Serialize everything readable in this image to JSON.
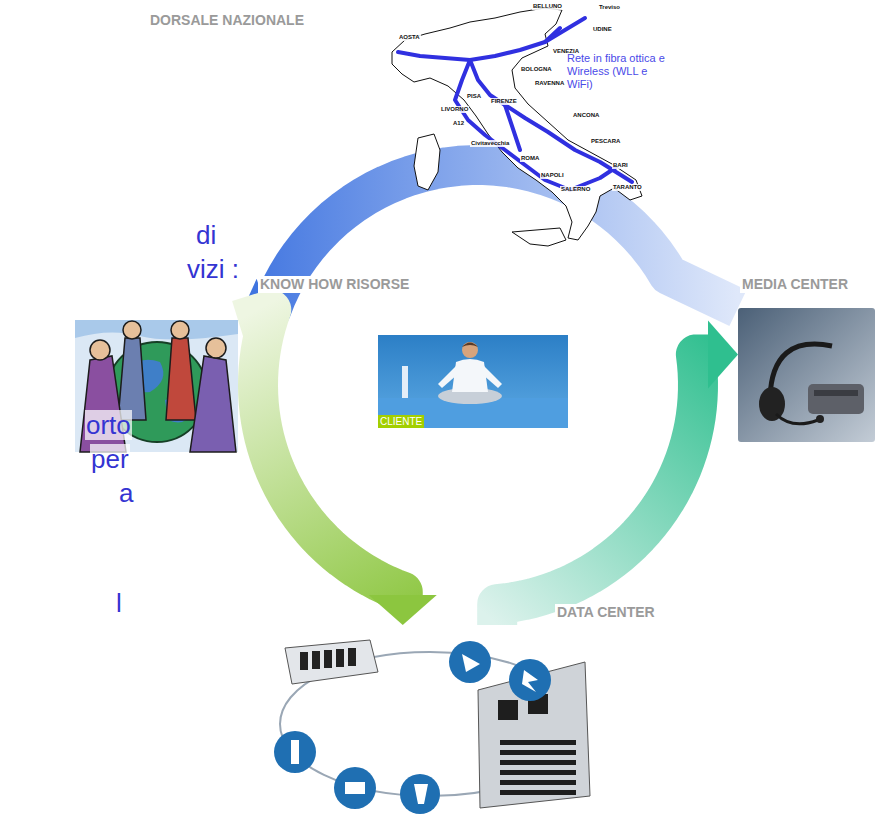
{
  "diagram": {
    "nodes": [
      {
        "text": [
          "DORSALE NAZIONALE"
        ]
      },
      {
        "text": [
          "KNOW HOW RISORSE"
        ]
      },
      {
        "text": [
          "CLIENTE"
        ]
      },
      {
        "text": [
          "MEDIA CENTER"
        ]
      },
      {
        "text": [
          "DATA CENTER"
        ]
      }
    ],
    "edges": [
      {
        "from": 4,
        "to": 3,
        "arrow": "to"
      },
      {
        "from": 3,
        "to": 1,
        "arrow": "to"
      },
      {
        "from": 1,
        "to": 4,
        "arrow": "to"
      }
    ],
    "labels": [
      "di",
      "vizi :",
      "orto",
      "per",
      "a",
      "l",
      "Treviso",
      "BELLUNO",
      "UDINE",
      "AOSTA",
      "VENEZIA",
      "Rete in fibra ottica e Wireless (WLL e WiFi)",
      "BOLOGNA",
      "RAVENNA",
      "PISA",
      "FIRENZE",
      "LIVORNO",
      "ANCONA",
      "A12",
      "PESCARA",
      "Civitavecchia",
      "ROMA",
      "BARI",
      "NAPOLI",
      "SALERNO",
      "TARANTO"
    ]
  }
}
